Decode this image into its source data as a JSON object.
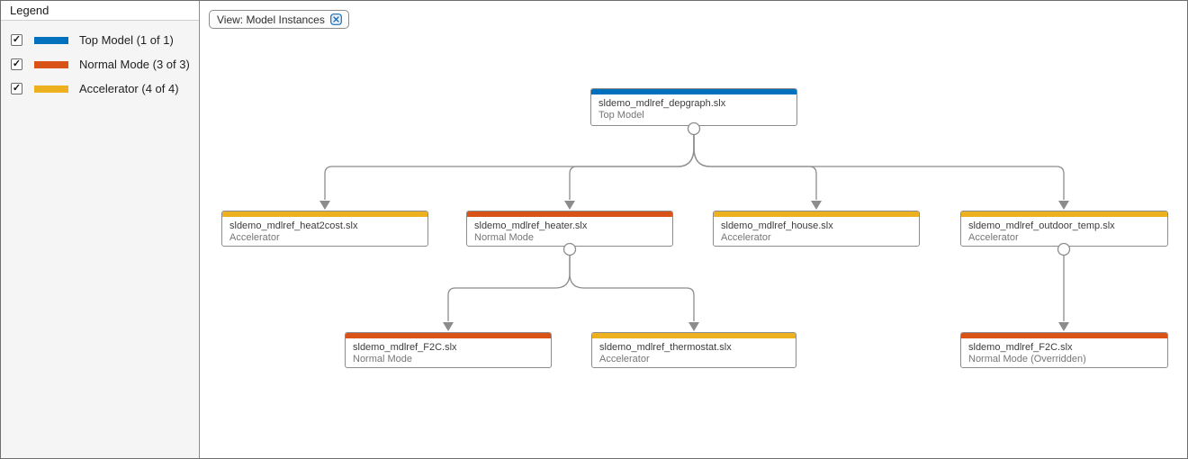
{
  "legend": {
    "title": "Legend",
    "items": [
      {
        "label": "Top Model (1 of 1)",
        "color": "#0072BD",
        "checked": true
      },
      {
        "label": "Normal Mode (3 of 3)",
        "color": "#D95319",
        "checked": true
      },
      {
        "label": "Accelerator (4 of 4)",
        "color": "#EDB120",
        "checked": true
      }
    ]
  },
  "toolbar": {
    "view_filter_label": "View: Model Instances"
  },
  "icons": {
    "check_glyph": "✓",
    "clear_filter_icon": "x-in-box-icon"
  },
  "colors": {
    "top_model": "#0072BD",
    "normal_mode": "#D95319",
    "accelerator": "#EDB120",
    "connector": "#8c8c8c"
  },
  "graph": {
    "nodes": [
      {
        "file": "sldemo_mdlref_depgraph.slx",
        "mode": "Top Model",
        "color": "#0072BD"
      },
      {
        "file": "sldemo_mdlref_heat2cost.slx",
        "mode": "Accelerator",
        "color": "#EDB120"
      },
      {
        "file": "sldemo_mdlref_heater.slx",
        "mode": "Normal Mode",
        "color": "#D95319"
      },
      {
        "file": "sldemo_mdlref_house.slx",
        "mode": "Accelerator",
        "color": "#EDB120"
      },
      {
        "file": "sldemo_mdlref_outdoor_temp.slx",
        "mode": "Accelerator",
        "color": "#EDB120"
      },
      {
        "file": "sldemo_mdlref_F2C.slx",
        "mode": "Normal Mode",
        "color": "#D95319"
      },
      {
        "file": "sldemo_mdlref_thermostat.slx",
        "mode": "Accelerator",
        "color": "#EDB120"
      },
      {
        "file": "sldemo_mdlref_F2C.slx",
        "mode": "Normal Mode (Overridden)",
        "color": "#D95319"
      }
    ],
    "edges": [
      {
        "from": 0,
        "to": 1
      },
      {
        "from": 0,
        "to": 2
      },
      {
        "from": 0,
        "to": 3
      },
      {
        "from": 0,
        "to": 4
      },
      {
        "from": 2,
        "to": 5
      },
      {
        "from": 2,
        "to": 6
      },
      {
        "from": 4,
        "to": 7
      }
    ]
  }
}
